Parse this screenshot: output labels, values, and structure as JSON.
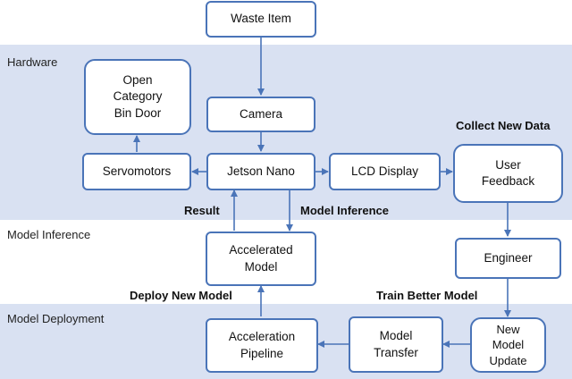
{
  "colors": {
    "band": "#d9e1f2",
    "box_border": "#4a74b8",
    "arrow": "#4a74b8"
  },
  "sections": {
    "hardware": "Hardware",
    "model_inference": "Model Inference",
    "model_deployment": "Model Deployment"
  },
  "nodes": {
    "waste_item": "Waste Item",
    "open_bin": "Open\nCategory\nBin Door",
    "camera": "Camera",
    "servomotors": "Servomotors",
    "jetson": "Jetson Nano",
    "lcd": "LCD Display",
    "user_feedback": "User\nFeedback",
    "accel_model": "Accelerated\nModel",
    "engineer": "Engineer",
    "accel_pipeline": "Acceleration\nPipeline",
    "model_transfer": "Model\nTransfer",
    "new_model": "New\nModel\nUpdate"
  },
  "edge_labels": {
    "collect": "Collect New Data",
    "result": "Result",
    "inference": "Model Inference",
    "deploy": "Deploy New Model",
    "train": "Train Better Model"
  }
}
